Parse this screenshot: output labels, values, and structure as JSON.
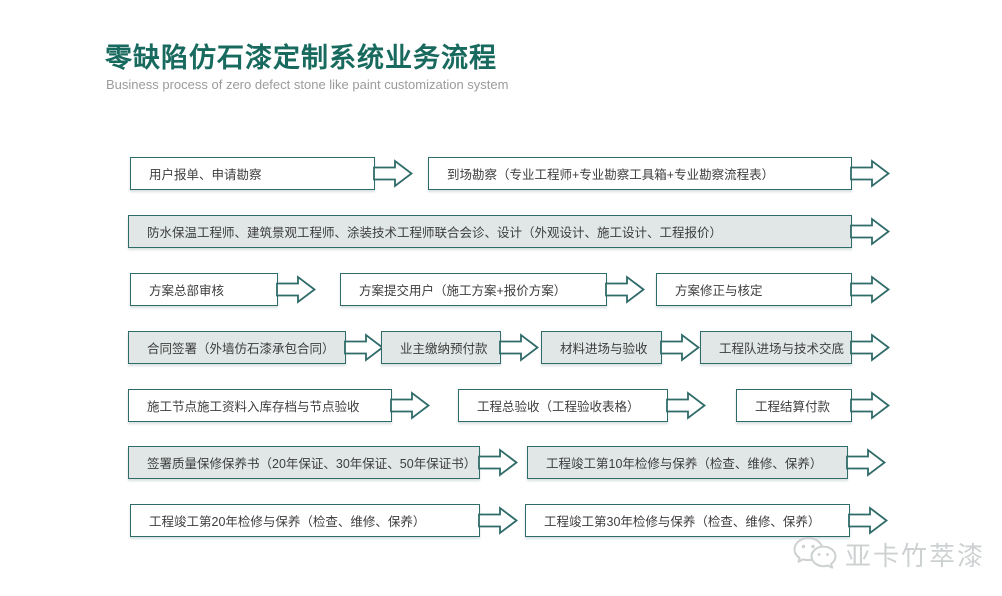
{
  "header": {
    "title": "零缺陷仿石漆定制系统业务流程",
    "subtitle": "Business process of zero defect stone like paint customization system"
  },
  "flow": {
    "rows": [
      {
        "boxes": [
          {
            "label": "用户报单、申请勘察"
          },
          {
            "label": "到场勘察（专业工程师+专业勘察工具箱+专业勘察流程表）"
          }
        ]
      },
      {
        "boxes": [
          {
            "label": "防水保温工程师、建筑景观工程师、涂装技术工程师联合会诊、设计（外观设计、施工设计、工程报价）"
          }
        ]
      },
      {
        "boxes": [
          {
            "label": "方案总部审核"
          },
          {
            "label": "方案提交用户（施工方案+报价方案）"
          },
          {
            "label": "方案修正与核定"
          }
        ]
      },
      {
        "boxes": [
          {
            "label": "合同签署（外墙仿石漆承包合同）"
          },
          {
            "label": "业主缴纳预付款"
          },
          {
            "label": "材料进场与验收"
          },
          {
            "label": "工程队进场与技术交底"
          }
        ]
      },
      {
        "boxes": [
          {
            "label": "施工节点施工资料入库存档与节点验收"
          },
          {
            "label": "工程总验收（工程验收表格）"
          },
          {
            "label": "工程结算付款"
          }
        ]
      },
      {
        "boxes": [
          {
            "label": "签署质量保修保养书（20年保证、30年保证、50年保证书）"
          },
          {
            "label": "工程竣工第10年检修与保养（检查、维修、保养）"
          }
        ]
      },
      {
        "boxes": [
          {
            "label": "工程竣工第20年检修与保养（检查、维修、保养）"
          },
          {
            "label": "工程竣工第30年检修与保养（检查、维修、保养）"
          }
        ]
      }
    ]
  },
  "watermark": {
    "brand": "亚卡竹萃漆",
    "icon": "wechat-icon"
  },
  "colors": {
    "accent_teal": "#2f6b69",
    "title_green": "#186a5e",
    "box_fill_light": "#e1e7e6",
    "box_fill_white": "#ffffff",
    "text_dark": "#3d3d3d",
    "subtitle_gray": "#9b9b9b",
    "watermark_gray": "#cdd1d1"
  }
}
